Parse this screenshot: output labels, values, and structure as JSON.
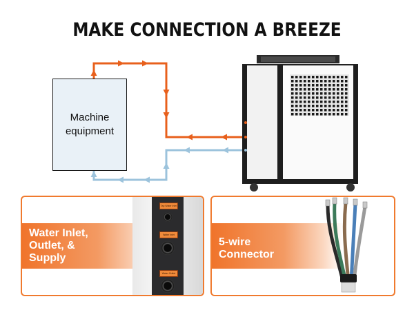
{
  "headline": "MAKE CONNECTION A BREEZE",
  "diagram": {
    "machine_label": "Machine equipment",
    "outlet_color": "#e8601c",
    "return_color": "#9cc3dc"
  },
  "panel_ports": {
    "title": "Water Inlet, Outlet, & Supply",
    "labels": [
      "Tap Water Inlet",
      "Water Inlet",
      "Water Outlet"
    ],
    "accent": "#f07a2e"
  },
  "panel_connector": {
    "title": "5-wire Connector",
    "wire_colors": [
      "#2a2a2a",
      "#3c7a5a",
      "#8a6b4e",
      "#4a7fb8",
      "#9a9a9a"
    ]
  }
}
